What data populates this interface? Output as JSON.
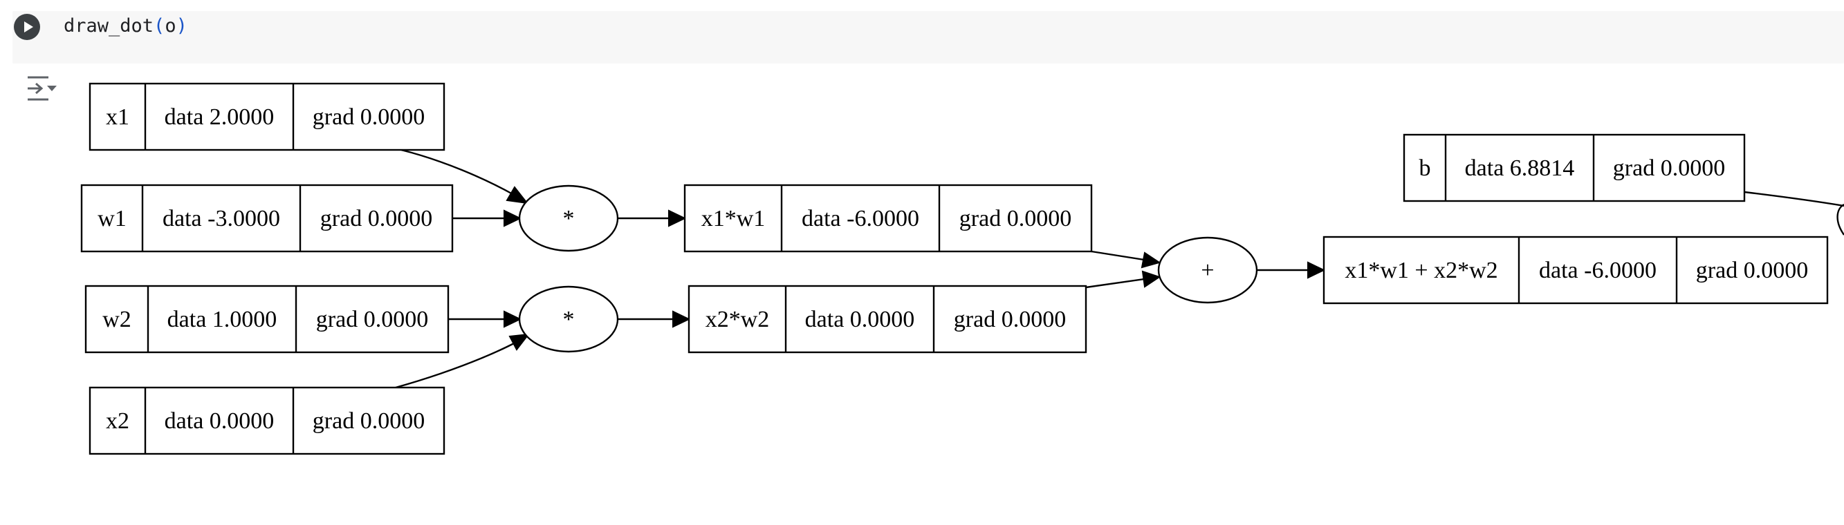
{
  "code_cell": {
    "fn": "draw_dot",
    "open_paren": "(",
    "arg": "o",
    "close_paren": ")"
  },
  "icons": {
    "run": "play-circle-icon",
    "output_toggle": "output-collapse-icon"
  },
  "graph": {
    "nodes": [
      {
        "label": "x1",
        "data": "data 2.0000",
        "grad": "grad 0.0000"
      },
      {
        "label": "w1",
        "data": "data -3.0000",
        "grad": "grad 0.0000"
      },
      {
        "label": "w2",
        "data": "data 1.0000",
        "grad": "grad 0.0000"
      },
      {
        "label": "x2",
        "data": "data 0.0000",
        "grad": "grad 0.0000"
      },
      {
        "label": "x1*w1",
        "data": "data -6.0000",
        "grad": "grad 0.0000"
      },
      {
        "label": "x2*w2",
        "data": "data 0.0000",
        "grad": "grad 0.0000"
      },
      {
        "label": "x1*w1 + x2*w2",
        "data": "data -6.0000",
        "grad": "grad 0.0000"
      },
      {
        "label": "b",
        "data": "data 6.8814",
        "grad": "grad 0.0000"
      }
    ],
    "ops": [
      "*",
      "*",
      "+"
    ]
  }
}
